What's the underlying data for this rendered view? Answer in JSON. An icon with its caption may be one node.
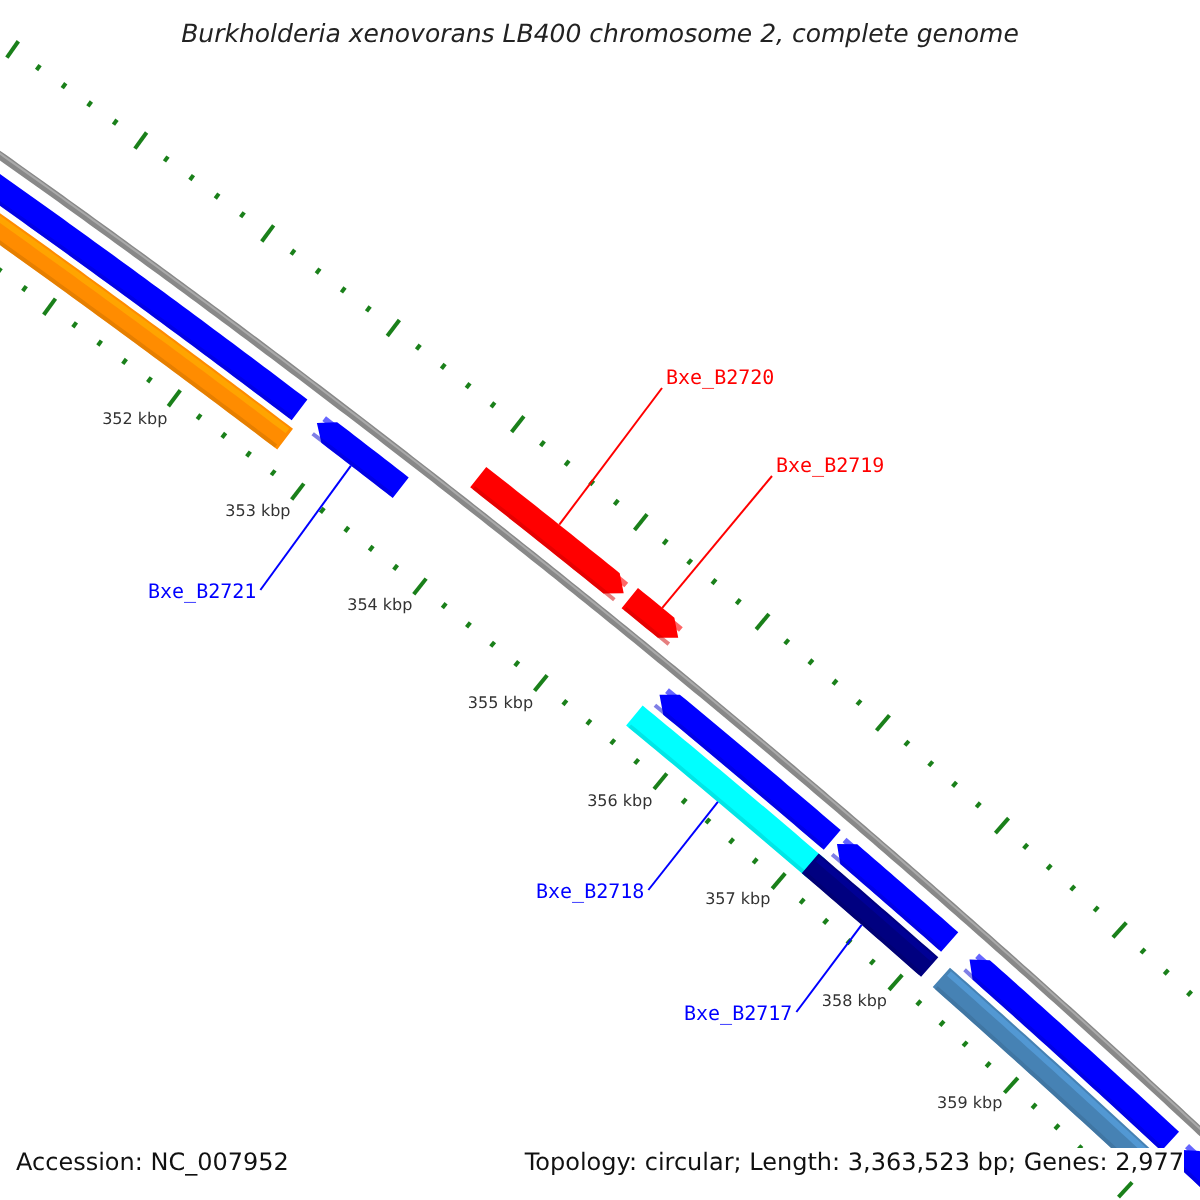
{
  "diagram": {
    "title": "Burkholderia xenovorans LB400 chromosome 2, complete genome",
    "nodes": [
      {
        "text": [
          "Bxe_B2720"
        ]
      },
      {
        "text": [],
        "shape": "bar"
      },
      {
        "text": [
          "Bxe_B2719"
        ]
      },
      {
        "text": [],
        "shape": "bar"
      },
      {
        "text": [
          "Bxe_B2721"
        ]
      },
      {
        "text": [],
        "shape": "bar"
      },
      {
        "text": [
          "Bxe_B2718"
        ]
      },
      {
        "text": [],
        "shape": "bar"
      },
      {
        "text": [
          "Bxe_B2717"
        ]
      },
      {
        "text": [],
        "shape": "bar"
      }
    ],
    "edges": [
      {
        "from": 0,
        "to": 1,
        "arrow": "none",
        "color": "#ff0000"
      },
      {
        "from": 2,
        "to": 3,
        "arrow": "none",
        "color": "#ff0000"
      },
      {
        "from": 4,
        "to": 5,
        "arrow": "none"
      },
      {
        "from": 6,
        "to": 7,
        "arrow": "none"
      },
      {
        "from": 8,
        "to": 9,
        "arrow": "none"
      }
    ],
    "labels": [
      "352 kbp",
      "353 kbp",
      "354 kbp",
      "355 kbp",
      "356 kbp",
      "357 kbp",
      "358 kbp",
      "359 kbp",
      "Accession: NC_007952",
      "Topology: circular; Length: 3,363,523 bp; Genes: 2,977"
    ]
  }
}
